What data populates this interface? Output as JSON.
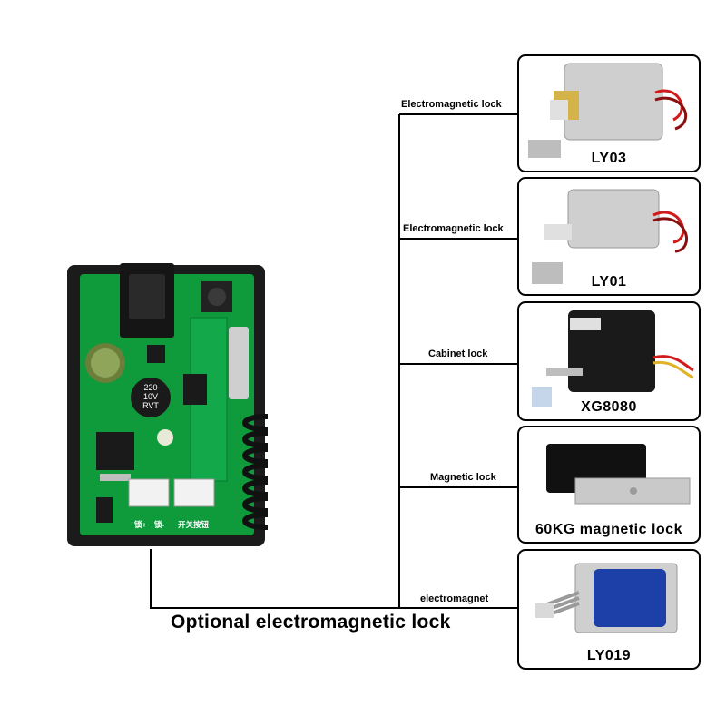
{
  "receiver_board": {
    "cap_label": "220\n10V\nRVT",
    "terminal_labels": [
      "锁+",
      "锁-",
      "开关按钮"
    ]
  },
  "locks": [
    {
      "model": "LY03",
      "connector_label": "Electromagnetic lock",
      "kind": "solenoid-lock-with-bracket"
    },
    {
      "model": "LY01",
      "connector_label": "Electromagnetic lock",
      "kind": "solenoid-lock-with-bracket"
    },
    {
      "model": "XG8080",
      "connector_label": "Cabinet lock",
      "kind": "cabinet-lock"
    },
    {
      "model": "60KG magnetic lock",
      "connector_label": "Magnetic lock",
      "kind": "magnetic-lock"
    },
    {
      "model": "LY019",
      "connector_label": "electromagnet",
      "kind": "push-pull-solenoid"
    }
  ],
  "caption": "Optional electromagnetic lock",
  "colors": {
    "pcb_green": "#0f9a3c",
    "enclosure": "#1b1b1b",
    "coil_blue": "#1d3fa8",
    "wire_red": "#d11a1a",
    "metal": "#c9c9c9"
  }
}
